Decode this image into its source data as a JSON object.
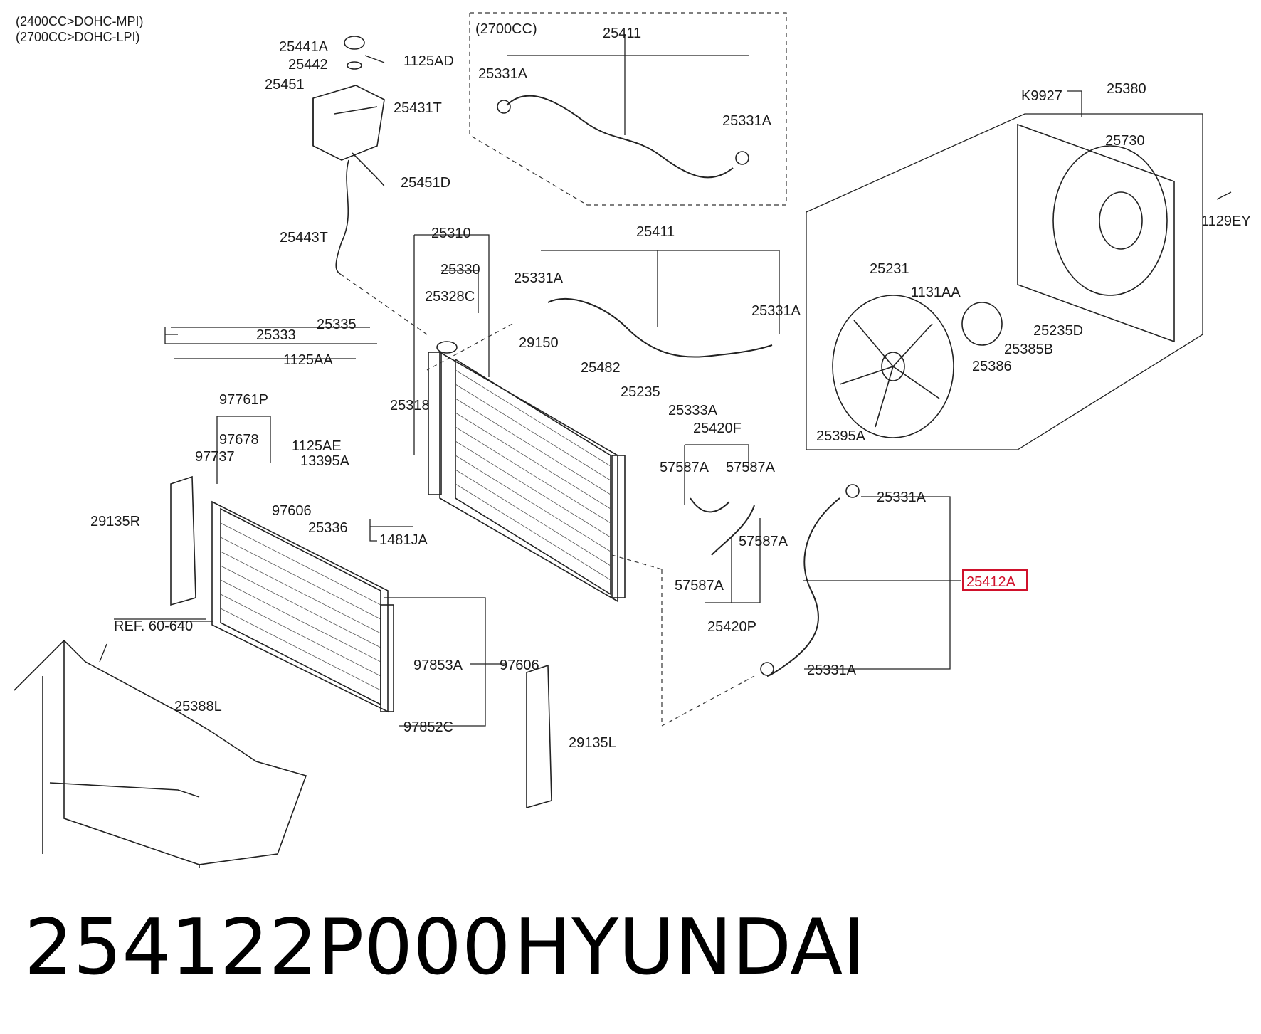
{
  "header": {
    "engine_line_1": "(2400CC>DOHC-MPI)",
    "engine_line_2": "(2700CC>DOHC-LPI)",
    "box_label": "(2700CC)"
  },
  "highlight_color": "#d0112b",
  "labels": [
    "25441A",
    "25442",
    "1125AD",
    "25451",
    "25431T",
    "25451D",
    "25443T",
    "25411",
    "25331A",
    "25331A",
    "25310",
    "25330",
    "25328C",
    "25411",
    "25331A",
    "25331A",
    "25333",
    "25335",
    "1125AA",
    "29150",
    "25482",
    "25235",
    "25318",
    "25333A",
    "25420F",
    "57587A",
    "57587A",
    "97761P",
    "97678",
    "1125AE",
    "97737",
    "13395A",
    "29135R",
    "97606",
    "25336",
    "1481JA",
    "57587A",
    "57587A",
    "25420P",
    "25331A",
    "25331A",
    "97853A",
    "97606",
    "97852C",
    "REF. 60-640",
    "25388L",
    "29135L",
    "K9927",
    "25380",
    "25730",
    "1129EY",
    "25231",
    "1131AA",
    "25235D",
    "25385B",
    "25386",
    "25395A"
  ],
  "highlighted_label": "25412A",
  "footer": {
    "part_number": "254122P000",
    "brand": "HYUNDAI"
  }
}
